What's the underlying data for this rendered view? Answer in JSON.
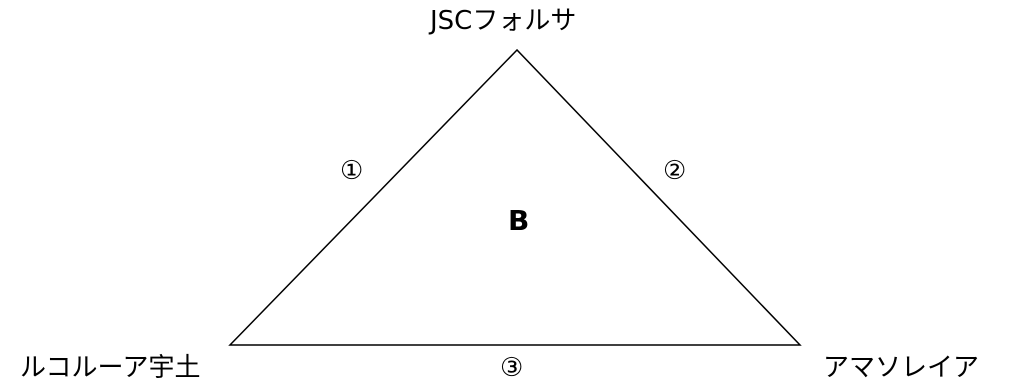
{
  "diagram": {
    "vertices": {
      "top": "JSCフォルサ",
      "bottom_left": "ルコルーア宇土",
      "bottom_right": "アマソレイア"
    },
    "edges": {
      "left": "①",
      "right": "②",
      "bottom": "③"
    },
    "center": "B"
  },
  "colors": {
    "line": "#000000",
    "text": "#000000",
    "background": "#ffffff"
  }
}
